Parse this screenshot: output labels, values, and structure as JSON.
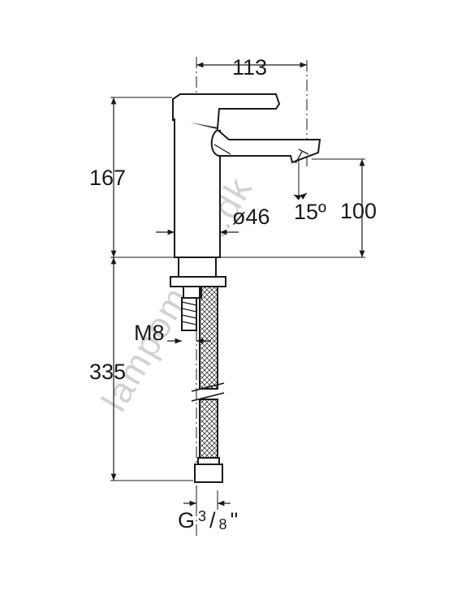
{
  "dimensions": {
    "width_113": "113",
    "height_167": "167",
    "diameter_46": "ø46",
    "angle_15": "15º",
    "height_100": "100",
    "thread_m8": "M8",
    "height_335": "335",
    "connection_g": "G",
    "connection_num": "3",
    "connection_slash": "/",
    "connection_den": "8",
    "connection_inch": "\""
  },
  "watermark": "lampomania.dk",
  "colors": {
    "line": "#1a1a1a",
    "watermark": "#d2d2d2"
  }
}
